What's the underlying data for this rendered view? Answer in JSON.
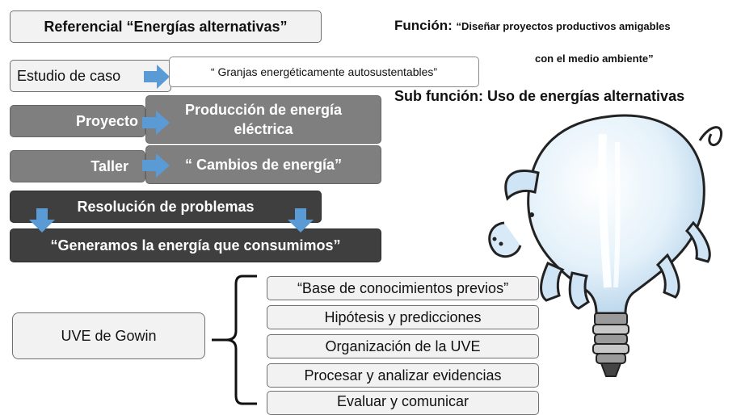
{
  "referencial": "Referencial “Energías alternativas”",
  "estudio": {
    "label": "Estudio de caso",
    "value": "“ Granjas energéticamente autosustentables”"
  },
  "proyecto": {
    "label": "Proyecto",
    "value_line1": "Producción de energía",
    "value_line2": "eléctrica"
  },
  "taller": {
    "label": "Taller",
    "value": "“ Cambios de energía”"
  },
  "resolucion": "Resolución de problemas",
  "generamos": "“Generamos la energía que consumimos”",
  "funcion": {
    "prefix": "Función:",
    "line1": "“Diseñar proyectos productivos amigables",
    "line2": "con el medio ambiente”"
  },
  "subfuncion": "Sub función: Uso de energías alternativas",
  "uve": {
    "label": "UVE de Gowin",
    "items": [
      "“Base de conocimientos previos”",
      "Hipótesis y predicciones",
      "Organización de la UVE",
      "Procesar y analizar evidencias",
      "Evaluar y comunicar"
    ]
  },
  "colors": {
    "arrow": "#5b9bd5",
    "gray_box": "#7f7f7f",
    "dark_box": "#3f3f3f"
  }
}
